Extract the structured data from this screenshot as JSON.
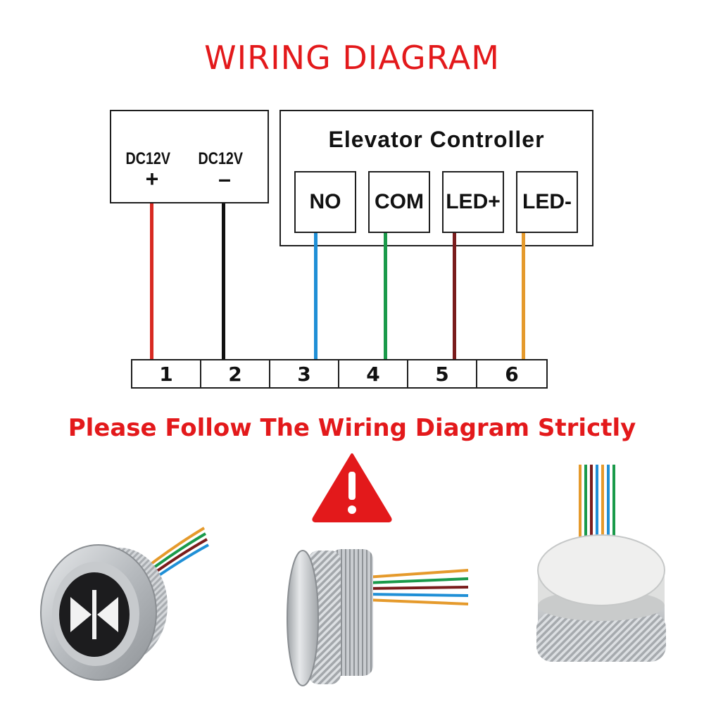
{
  "title": "WIRING DIAGRAM",
  "power_supply": {
    "plus_label": "DC12V",
    "plus_sign": "+",
    "minus_label": "DC12V",
    "minus_sign": "–"
  },
  "controller": {
    "title": "Elevator Controller",
    "terminals": [
      "NO",
      "COM",
      "LED+",
      "LED-"
    ]
  },
  "terminal_block": [
    "1",
    "2",
    "3",
    "4",
    "5",
    "6"
  ],
  "wire_colors": {
    "red": "#d82a22",
    "black": "#111111",
    "blue": "#1f8fd6",
    "green": "#1a9a4a",
    "brown": "#7a1c1c",
    "orange": "#e59a2c"
  },
  "notice": "Please Follow The Wiring Diagram Strictly",
  "warning_icon": "warning-triangle-icon",
  "accent_color": "#e3191b"
}
